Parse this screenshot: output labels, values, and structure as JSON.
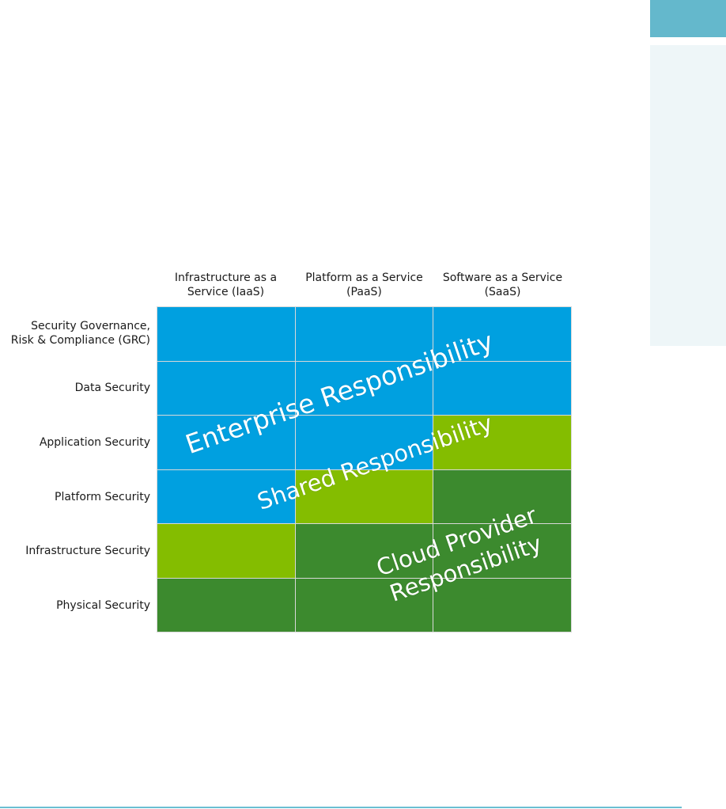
{
  "columns": [
    {
      "line1": "Infrastructure as a",
      "line2": "Service (IaaS)"
    },
    {
      "line1": "Platform as a Service",
      "line2": "(PaaS)"
    },
    {
      "line1": "Software as a Service",
      "line2": "(SaaS)"
    }
  ],
  "rows": [
    {
      "line1": "Security Governance,",
      "line2": "Risk & Compliance (GRC)"
    },
    {
      "line1": "Data Security"
    },
    {
      "line1": "Application Security"
    },
    {
      "line1": "Platform Security"
    },
    {
      "line1": "Infrastructure Security"
    },
    {
      "line1": "Physical Security"
    }
  ],
  "colors": {
    "enterprise": "#00a0e0",
    "shared": "#84bd00",
    "cloud": "#3c8a2e",
    "sidebar_accent": "#64b8cc",
    "sidebar_panel": "#eef6f8",
    "rule": "#6bbfd2"
  },
  "cell_zones": [
    [
      "enterprise",
      "enterprise",
      "enterprise"
    ],
    [
      "enterprise",
      "enterprise",
      "enterprise"
    ],
    [
      "enterprise",
      "enterprise",
      "shared"
    ],
    [
      "enterprise",
      "shared",
      "cloud"
    ],
    [
      "shared",
      "cloud",
      "cloud"
    ],
    [
      "cloud",
      "cloud",
      "cloud"
    ]
  ],
  "zones": {
    "enterprise": "Enterprise Responsibility",
    "shared": "Shared Responsibility",
    "cloud_line1": "Cloud Provider",
    "cloud_line2": "Responsibility"
  }
}
